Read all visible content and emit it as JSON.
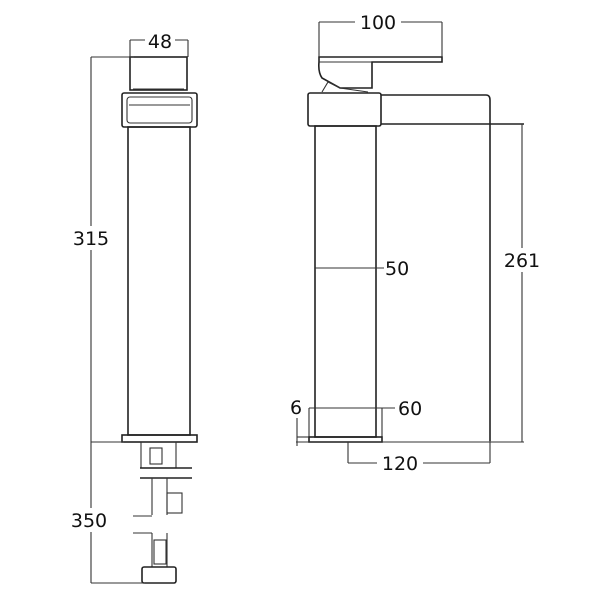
{
  "dimensions": {
    "handle_width": "48",
    "overall_height": "315",
    "pipe_length": "350",
    "handle_length": "100",
    "body_diameter": "50",
    "spout_height": "261",
    "base_thickness": "6",
    "base_diameter": "60",
    "spout_reach": "120"
  }
}
